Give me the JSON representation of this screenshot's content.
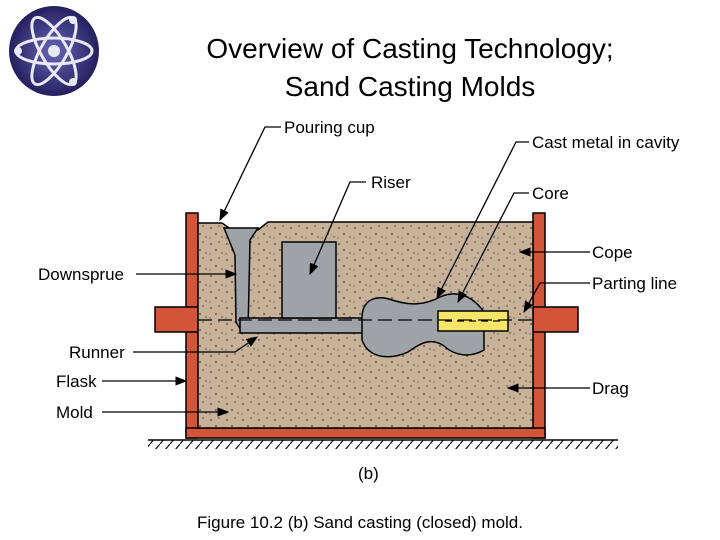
{
  "slide": {
    "title_line1": "Overview of Casting Technology;",
    "title_line2": "Sand Casting Molds",
    "caption": "Figure 10.2 (b) Sand casting (closed) mold."
  },
  "diagram": {
    "labels": {
      "pouring_cup": "Pouring cup",
      "riser": "Riser",
      "cast_metal": "Cast metal in cavity",
      "core": "Core",
      "downsprue": "Downsprue",
      "cope": "Cope",
      "parting_line": "Parting line",
      "runner": "Runner",
      "flask": "Flask",
      "mold": "Mold",
      "drag": "Drag"
    },
    "sublabel": "(b)"
  },
  "colors": {
    "sand": "#c7b299",
    "flask": "#d2553a",
    "metal": "#9ea3a8",
    "core": "#f5e66a",
    "logo_bg": "#2d2a6e"
  },
  "icons": {
    "logo": "atom-icon"
  }
}
